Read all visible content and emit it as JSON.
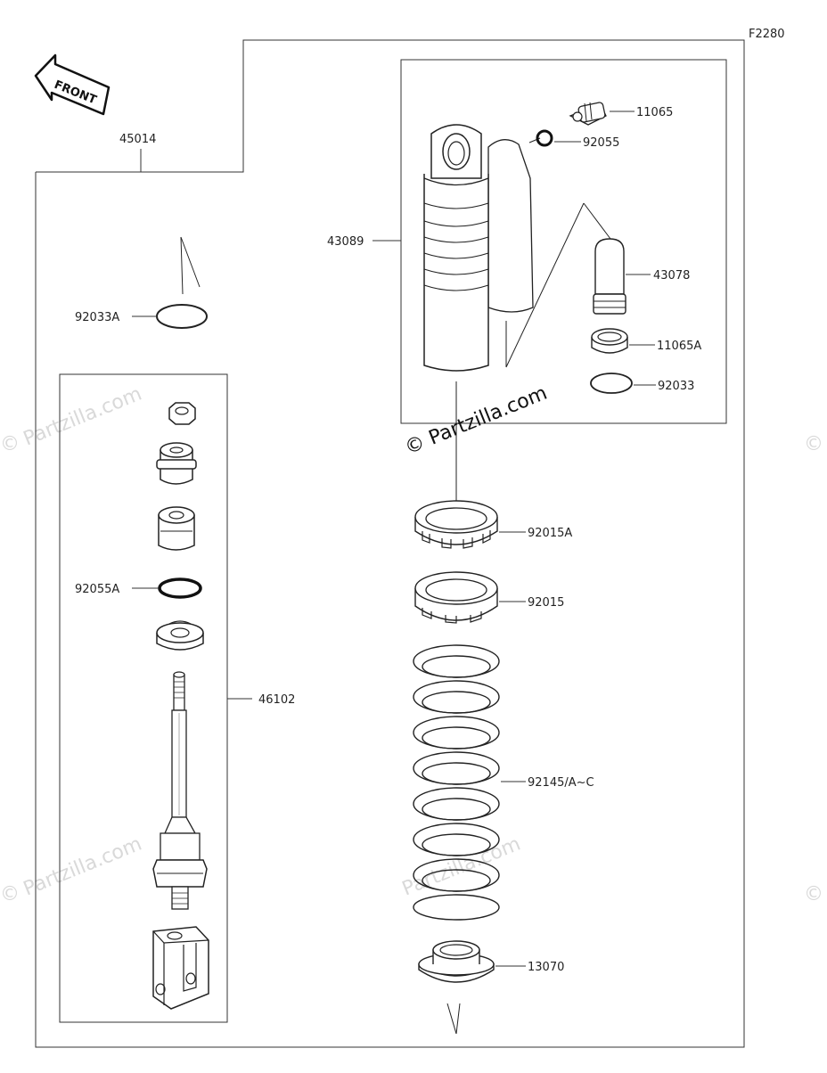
{
  "diagram": {
    "ref_code": "F2280",
    "front_label": "FRONT",
    "watermark": "Partzilla.com",
    "watermark_main": "© Partzilla.com",
    "watermark_fragment": "©",
    "parts": {
      "p45014": "45014",
      "p92033A": "92033A",
      "p92055A": "92055A",
      "p46102": "46102",
      "p43089": "43089",
      "p11065": "11065",
      "p92055": "92055",
      "p43078": "43078",
      "p11065A": "11065A",
      "p92033": "92033",
      "p92015A": "92015A",
      "p92015": "92015",
      "p92145": "92145/A~C",
      "p13070": "13070"
    }
  }
}
